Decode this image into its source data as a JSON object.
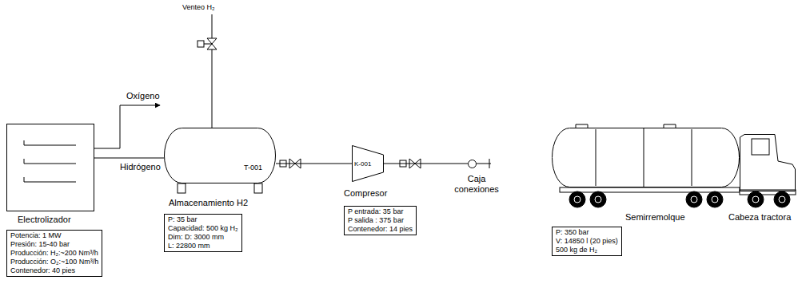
{
  "diagram": {
    "nodes": [
      {
        "text": [
          "Electrolizador"
        ]
      },
      {
        "text": [
          "Potencia: 1 MW",
          "Presión: 15-40 bar",
          "Producción: H₂:~200 Nm³/h",
          "Producción: O₂:~100 Nm³/h",
          "Contenedor: 40 pies"
        ]
      },
      {
        "text": [
          "T-001",
          "Almacenamiento H2"
        ]
      },
      {
        "text": [
          "P: 35 bar",
          "Capacidad: 500 kg H₂",
          "Dim: D: 3000 mm",
          "L: 22800 mm"
        ]
      },
      {
        "text": [
          "K-001",
          "Compresor"
        ]
      },
      {
        "text": [
          "P entrada: 35 bar",
          "P salida : 375 bar",
          "Contenedor: 14 pies"
        ]
      },
      {
        "text": [
          "Caja conexiones"
        ]
      },
      {
        "text": [
          "Semirremolque"
        ]
      },
      {
        "text": [
          "Cabeza tractora"
        ]
      },
      {
        "text": [
          "P: 350 bar",
          "V: 14850 l (20 pies)",
          "500 kg de H₂"
        ]
      }
    ],
    "edges": [
      {
        "from": 0,
        "to": 2,
        "arrow": "none",
        "label": "Hidrógeno"
      },
      {
        "from": 2,
        "to": 4,
        "arrow": "none"
      },
      {
        "from": 4,
        "to": 6,
        "arrow": "none"
      }
    ],
    "labels": [
      "Venteo H₂",
      "Oxígeno"
    ]
  }
}
